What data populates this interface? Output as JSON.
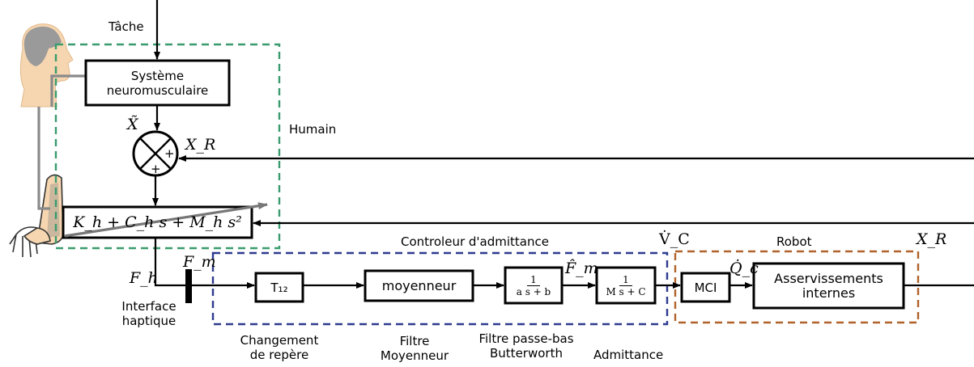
{
  "labels": {
    "task": "Tâche",
    "human": "Humain",
    "admittance_controller": "Controleur d'admittance",
    "robot": "Robot",
    "haptic_interface": "Interface\nhaptique",
    "change_frame": "Changement\nde repère",
    "averaging_filter": "Filtre\nMoyenneur",
    "lowpass_filter": "Filtre passe-bas\nButterworth",
    "admittance": "Admittance"
  },
  "blocks": {
    "neuromuscular": "Système\nneuromusculaire",
    "human_impedance": "K_h + C_h s + M_h s²",
    "t12": "T₁₂",
    "averager": "moyenneur",
    "butterworth": {
      "num": "1",
      "den": "a s + b"
    },
    "admittance_tf": {
      "num": "1",
      "den": "M s + C"
    },
    "mci": "MCI",
    "internal_servo": "Asservissements\ninternes"
  },
  "symbols": {
    "x_tilde": "X̃",
    "x_r_sum": "X_R",
    "f_m": "F_m",
    "f_h": "F_h",
    "f_m_hat": "F̂_m",
    "v_c": "V̇_C",
    "q_c": "Q̇_c",
    "x_r_out": "X_R",
    "plus1": "+",
    "plus2": "+"
  },
  "colors": {
    "human_box": "#3a9b6e",
    "controller_box": "#2e3a8f",
    "robot_box": "#b0622a",
    "figure_gray": "#8a8a8a",
    "skin": "#f6d6b0"
  }
}
